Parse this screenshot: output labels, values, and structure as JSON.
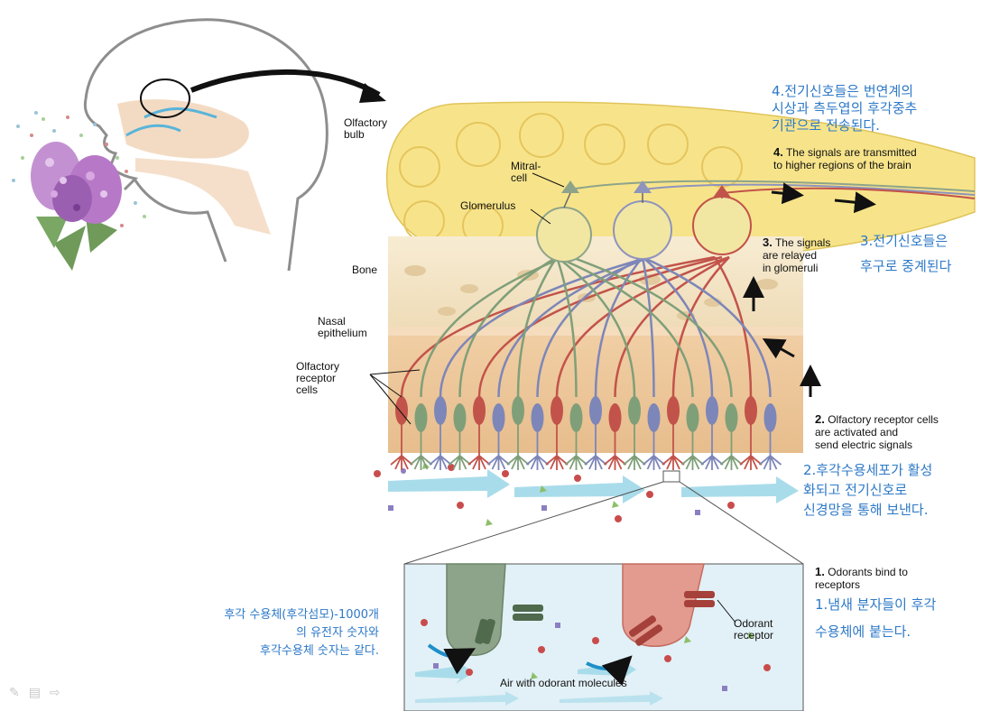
{
  "labels": {
    "olfactory_bulb": "Olfactory\nbulb",
    "mitral_cell": "Mitral-\ncell",
    "glomerulus": "Glomerulus",
    "bone": "Bone",
    "nasal_epithelium": "Nasal\nepithelium",
    "olfactory_receptor_cells": "Olfactory\nreceptor\ncells",
    "odorant_receptor": "Odorant\nreceptor",
    "air": "Air with odorant molecules"
  },
  "steps": [
    {
      "num": "4.",
      "text": "The signals are transmitted\nto higher regions of the brain"
    },
    {
      "num": "3.",
      "text": "The signals\nare relayed\nin glomeruli"
    },
    {
      "num": "2.",
      "text": "Olfactory receptor cells\nare activated and\nsend electric signals"
    },
    {
      "num": "1.",
      "text": "Odorants bind to\nreceptors"
    }
  ],
  "korean": {
    "step4": "4.전기신호들은 번연계의\n시상과 측두엽의 후각중추\n기관으로 전송된다.",
    "step3": "3.전기신호들은\n\n후구로 중계된다",
    "step2": "2.후각수용세포가 활성\n화되고 전기신호로\n신경망을 통해 보낸다.",
    "step1": "1.냄새 분자들이 후각\n\n수용체에 붙는다.",
    "note": "후각 수용체(후각섬모)-1000개\n의 유전자 숫자와\n후각수용체 숫자는 같다."
  },
  "controls": {
    "pen": "✎",
    "menu": "▤",
    "next": "⇨"
  },
  "colors": {
    "bulb": "#f7e48a",
    "bone": "#f3e6c9",
    "epithelium": "#ecc79b",
    "green_cell": "#7f9f79",
    "red_cell": "#c2534a",
    "blue_cell": "#7d86b8",
    "korean_text": "#2d79c7",
    "air_arrow": "#a9dcea",
    "inset_bg": "#e2f1f7"
  }
}
